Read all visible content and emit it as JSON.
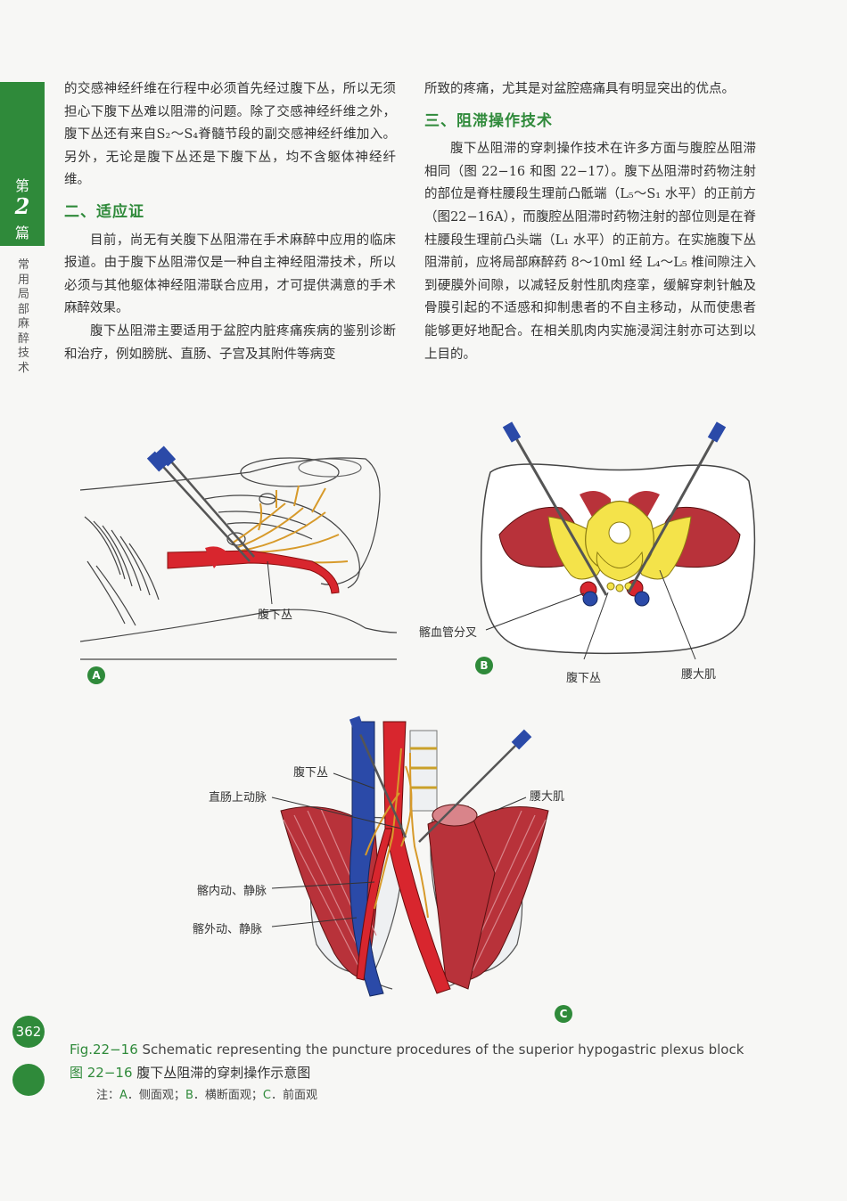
{
  "side_tab": {
    "part_prefix": "第",
    "part_number": "2",
    "part_suffix": "篇",
    "part_title": "常用局部麻醉技术"
  },
  "left_column": {
    "para_continued": "的交感神经纤维在行程中必须首先经过腹下丛，所以无须担心下腹下丛难以阻滞的问题。除了交感神经纤维之外，腹下丛还有来自S₂～S₄脊髓节段的副交感神经纤维加入。另外，无论是腹下丛还是下腹下丛，均不含躯体神经纤维。",
    "section_heading": "二、适应证",
    "para1": "目前，尚无有关腹下丛阻滞在手术麻醉中应用的临床报道。由于腹下丛阻滞仅是一种自主神经阻滞技术，所以必须与其他躯体神经阻滞联合应用，才可提供满意的手术麻醉效果。",
    "para2": "腹下丛阻滞主要适用于盆腔内脏疼痛疾病的鉴别诊断和治疗，例如膀胱、直肠、子宫及其附件等病变"
  },
  "right_column": {
    "para_continued": "所致的疼痛，尤其是对盆腔癌痛具有明显突出的优点。",
    "section_heading": "三、阻滞操作技术",
    "para1": "腹下丛阻滞的穿刺操作技术在许多方面与腹腔丛阻滞相同（图 22−16 和图 22−17）。腹下丛阻滞时药物注射的部位是脊柱腰段生理前凸骶端（L₅～S₁ 水平）的正前方（图22−16A），而腹腔丛阻滞时药物注射的部位则是在脊柱腰段生理前凸头端（L₁ 水平）的正前方。在实施腹下丛阻滞前，应将局部麻醉药 8～10ml 经 L₄～L₅ 椎间隙注入到硬膜外间隙，以减轻反射性肌肉痉挛，缓解穿刺针触及骨膜引起的不适感和抑制患者的不自主移动，从而使患者能够更好地配合。在相关肌肉内实施浸润注射亦可达到以上目的。"
  },
  "figure_labels": {
    "a_plexus": "腹下丛",
    "a_badge": "A",
    "b_iliac_bifurcation": "髂血管分叉",
    "b_plexus": "腹下丛",
    "b_psoas": "腰大肌",
    "b_badge": "B",
    "c_plexus": "腹下丛",
    "c_rectal_artery": "直肠上动脉",
    "c_psoas": "腰大肌",
    "c_internal_iliac": "髂内动、静脉",
    "c_external_iliac": "髂外动、静脉",
    "c_badge": "C"
  },
  "caption": {
    "fig_no_en": "Fig.22−16",
    "title_en": "Schematic representing the puncture procedures of the superior hypogastric plexus block",
    "fig_no_cn": "图 22−16",
    "title_cn": "腹下丛阻滞的穿刺操作示意图",
    "note_prefix": "注：",
    "note_a_letter": "A",
    "note_a_text": "．侧面观；",
    "note_b_letter": "B",
    "note_b_text": "．横断面观；",
    "note_c_letter": "C",
    "note_c_text": "．前面观"
  },
  "page_number": "362",
  "colors": {
    "accent_green": "#2f8a3a",
    "artery_red": "#d8262e",
    "vein_blue": "#2b4aa8",
    "muscle_red": "#b8323a",
    "bone_yellow": "#f4e34a",
    "nerve_orange": "#d79a2a"
  }
}
